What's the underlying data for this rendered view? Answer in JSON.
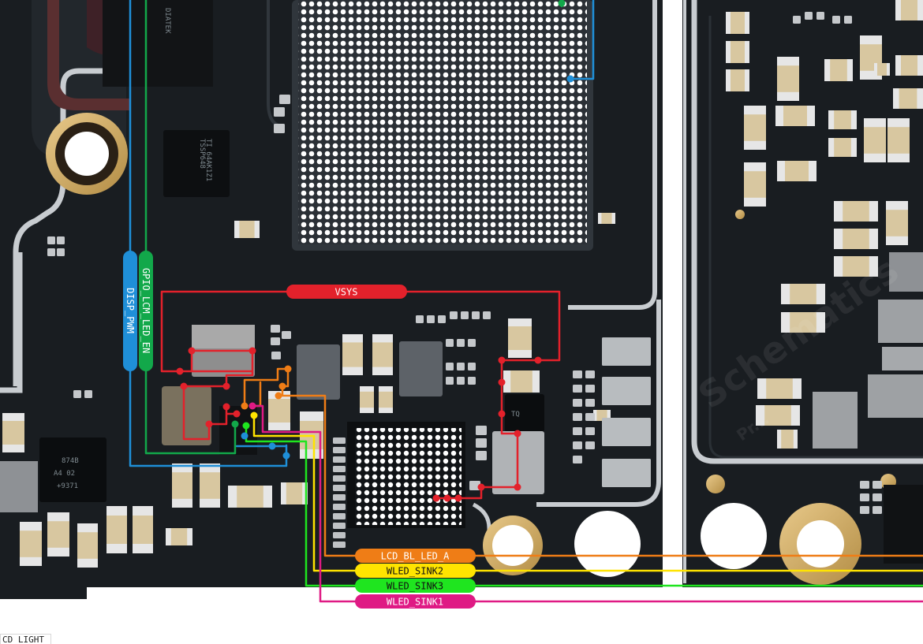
{
  "title": "",
  "nets": {
    "vsys": {
      "label": "VSYS",
      "color": "#e3212b"
    },
    "disp_pwm": {
      "label": "DISP_PWM",
      "color": "#1f8fd8"
    },
    "gpio_lcm_led_en": {
      "label": "GPIO_LCM_LED_EN",
      "color": "#12a84a"
    },
    "lcd_bl_led_a": {
      "label": "LCD_BL_LED_A",
      "color": "#ef7d16"
    },
    "wled_sink2": {
      "label": "WLED_SINK2",
      "color": "#ffe400"
    },
    "wled_sink3": {
      "label": "WLED_SINK3",
      "color": "#1fe51f"
    },
    "wled_sink1": {
      "label": "WLED_SINK1",
      "color": "#df1a84"
    }
  },
  "chip_marks": {
    "mediatek": "DIATEK",
    "pmic_line1": "TI 64AK1Z1",
    "pmic_line2": "TSSP648",
    "ic_tq": "TQ",
    "ic_bl_line1": "874B",
    "ic_bl_line2": "A4 02",
    "ic_bl_line3": "+9371"
  },
  "watermark": {
    "line1": "Schematics",
    "line2": "Pr..."
  },
  "corner_text": "CD_LIGHT"
}
